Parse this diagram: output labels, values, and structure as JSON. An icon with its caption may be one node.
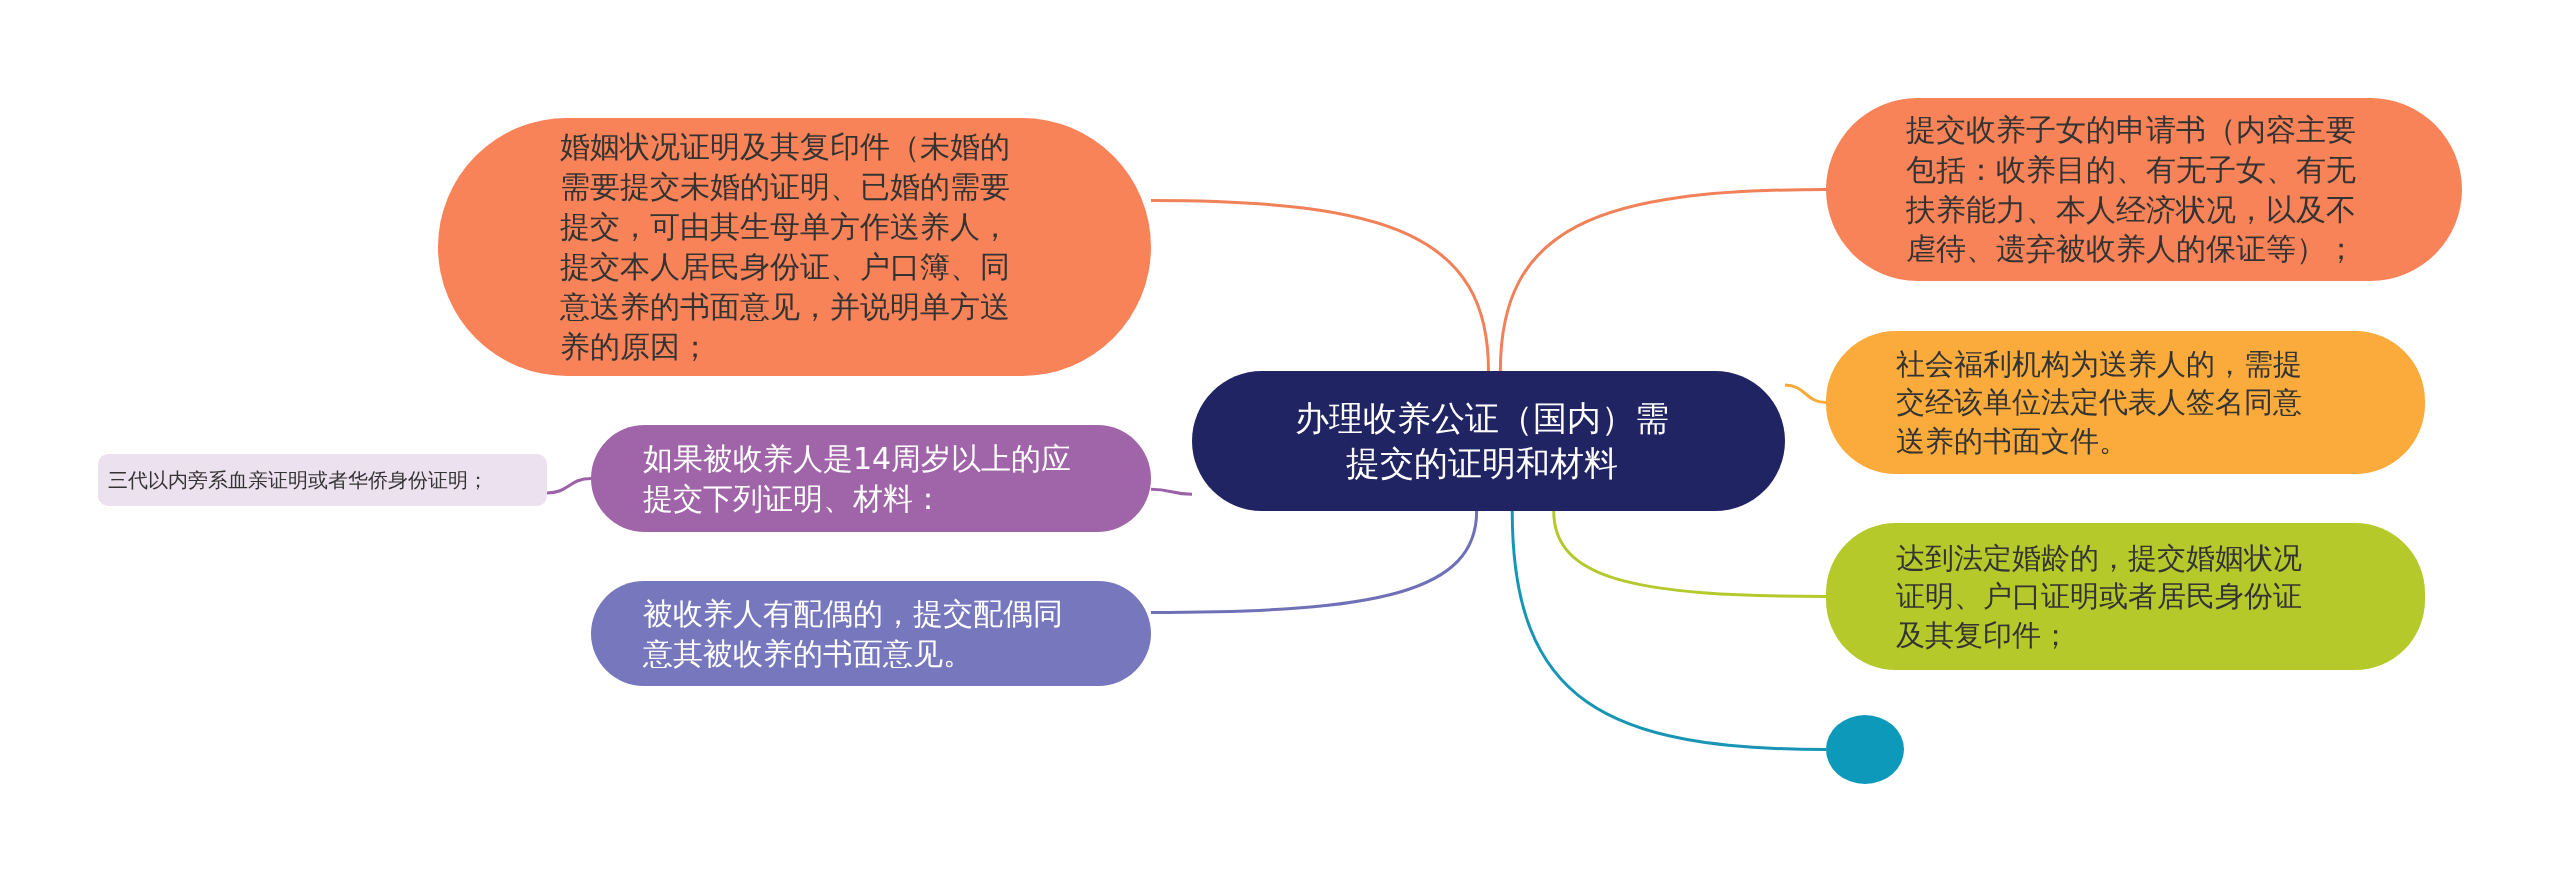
{
  "diagram": {
    "nodes": [
      {
        "text": [
          "办理收养公证（国内）需提交的证明和材料"
        ]
      },
      {
        "text": [
          "婚姻状况证明及其复印件（未婚的需要提交未婚的证明、已婚的需要提交，可由其生母单方作送养人，提交本人居民身份证、户口簿、同意送养的书面意见，并说明单方送养的原因；"
        ]
      },
      {
        "text": [
          "提交收养子女的申请书（内容主要包括：收养目的、有无子女、有无扶养能力、本人经济状况，以及不虐待、遗弃被收养人的保证等）；"
        ]
      },
      {
        "text": [
          "社会福利机构为送养人的，需提交经该单位法定代表人签名同意送养的书面文件。"
        ]
      },
      {
        "text": [
          "三代以内旁系血亲证明或者华侨身份证明；"
        ]
      },
      {
        "text": [
          "如果被收养人是14周岁以上的应提交下列证明、材料："
        ]
      },
      {
        "text": [
          "达到法定婚龄的，提交婚姻状况证明、户口证明或者居民身份证及其复印件；"
        ]
      },
      {
        "text": [
          "被收养人有配偶的，提交配偶同意其被收养的书面意见。"
        ]
      },
      {
        "text": [],
        "shape": "circle"
      }
    ],
    "edges": [
      {
        "from": 0,
        "to": 1,
        "arrow": "none",
        "color": "#f08158"
      },
      {
        "from": 0,
        "to": 2,
        "arrow": "none",
        "color": "#f08158"
      },
      {
        "from": 0,
        "to": 3,
        "arrow": "none",
        "color": "#f8a93a"
      },
      {
        "from": 0,
        "to": 5,
        "arrow": "none",
        "color": "#9b62a8"
      },
      {
        "from": 5,
        "to": 4,
        "arrow": "none",
        "color": "#9b62a8"
      },
      {
        "from": 0,
        "to": 6,
        "arrow": "none",
        "color": "#b5c92c"
      },
      {
        "from": 0,
        "to": 7,
        "arrow": "none",
        "color": "#7070b8"
      },
      {
        "from": 0,
        "to": 8,
        "arrow": "none",
        "color": "#1895b5"
      }
    ]
  }
}
